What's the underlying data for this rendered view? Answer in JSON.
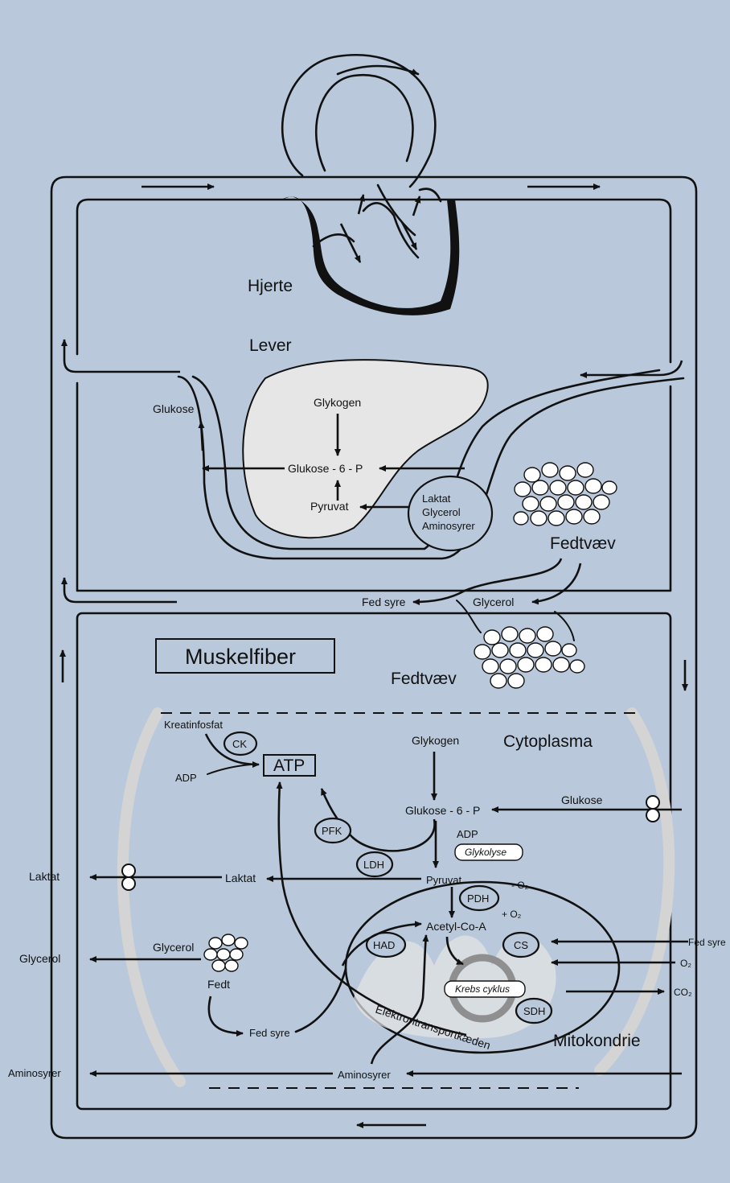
{
  "colors": {
    "background": "#b9c9db",
    "liver_fill": "#e6e6e6",
    "ring_gray": "#d4d4d4",
    "line": "#111111"
  },
  "organs": {
    "heart": "Hjerte",
    "liver": "Lever",
    "adipose_top": "Fedtvæv",
    "adipose_bottom": "Fedtvæv",
    "muscle_title": "Muskelfiber",
    "cytoplasm": "Cytoplasma",
    "mitochondria": "Mitokondrie"
  },
  "liver": {
    "glycogen": "Glykogen",
    "g6p": "Glukose - 6 - P",
    "pyruvate": "Pyruvat",
    "glucose_out": "Glukose",
    "substrates": [
      "Laktat",
      "Glycerol",
      "Aminosyrer"
    ]
  },
  "blood": {
    "fatty_acid": "Fed syre",
    "glycerol": "Glycerol"
  },
  "muscle": {
    "creatine_phosphate": "Kreatinfosfat",
    "ck": "CK",
    "adp_left": "ADP",
    "atp": "ATP",
    "glycogen": "Glykogen",
    "glucose_in": "Glukose",
    "g6p": "Glukose - 6 - P",
    "pfk": "PFK",
    "adp_glyc": "ADP",
    "glycolysis": "Glykolyse",
    "ldh": "LDH",
    "lactate": "Laktat",
    "lactate_out": "Laktat",
    "pyruvate": "Pyruvat",
    "minus_o2": "- O₂",
    "pdh": "PDH",
    "plus_o2": "+ O₂",
    "acetyl_coa": "Acetyl-Co-A",
    "had": "HAD",
    "cs": "CS",
    "fatty_acid_in": "Fed syre",
    "o2_in": "O₂",
    "co2_out": "CO₂",
    "krebs": "Krebs cyklus",
    "sdh": "SDH",
    "etc": "Elektrontransportkæden",
    "glycerol": "Glycerol",
    "glycerol_out": "Glycerol",
    "fat": "Fedt",
    "fatty_acid": "Fed syre",
    "amino_out": "Aminosyrer",
    "amino": "Aminosyrer"
  }
}
